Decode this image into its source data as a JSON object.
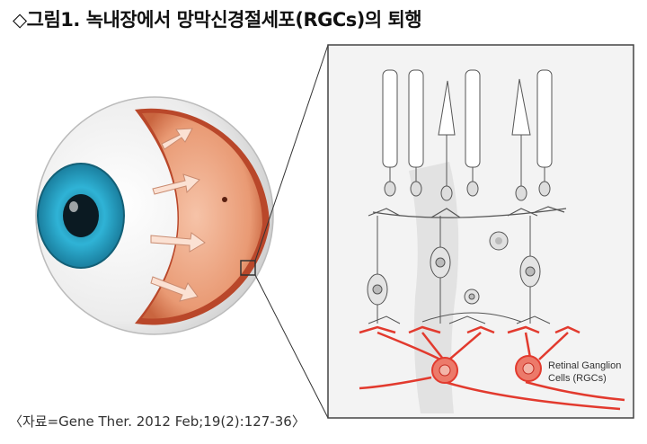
{
  "figure": {
    "title": "◇그림1. 녹내장에서 망막신경절세포(RGCs)의 퇴행",
    "source": "〈자료=Gene Ther. 2012 Feb;19(2):127-36〉"
  },
  "diagram": {
    "label_line1": "Retinal Ganglion",
    "label_line2": "Cells (RGCs)"
  },
  "colors": {
    "iris": "#2aa6c8",
    "sclera": "#f2f2f2",
    "retina": "#e58a64",
    "rgc": "#e23a2e",
    "panel_border": "#444444"
  }
}
